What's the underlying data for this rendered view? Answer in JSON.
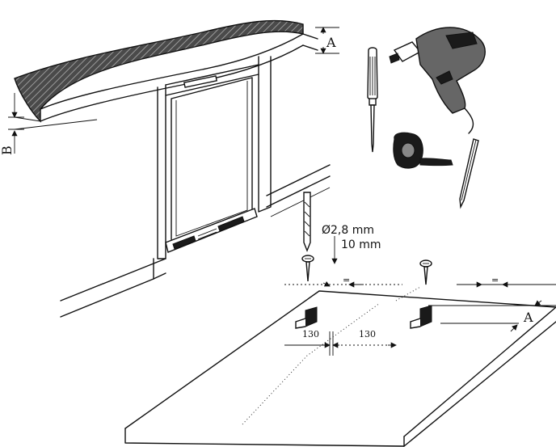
{
  "labels": {
    "dim_a_top": "A",
    "dim_b": "B",
    "drill_diameter": "Ø2,8 mm",
    "drill_depth": "10 mm",
    "dim_130_left": "130",
    "dim_130_right": "130",
    "equal_left": "=",
    "equal_right": "=",
    "dim_a_right": "A"
  }
}
